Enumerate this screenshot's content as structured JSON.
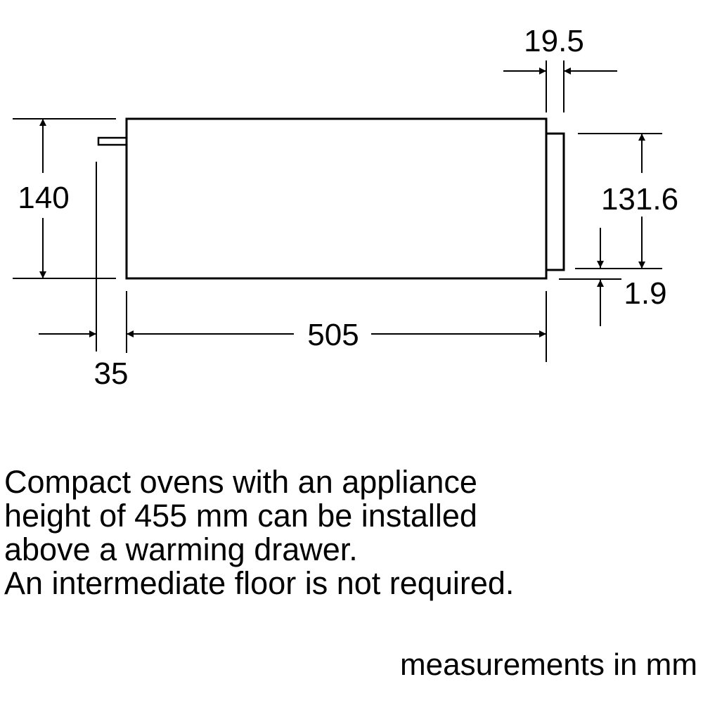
{
  "dimensions": {
    "top_gap": "19.5",
    "height_total": "140",
    "front_height": "131.6",
    "bottom_offset": "1.9",
    "depth": "505",
    "front_offset": "35"
  },
  "note": {
    "lines": [
      "Compact ovens with an appliance",
      "height of 455 mm can be installed",
      "above a warming drawer.",
      "An intermediate floor is not required."
    ]
  },
  "units_label": "measurements in mm"
}
